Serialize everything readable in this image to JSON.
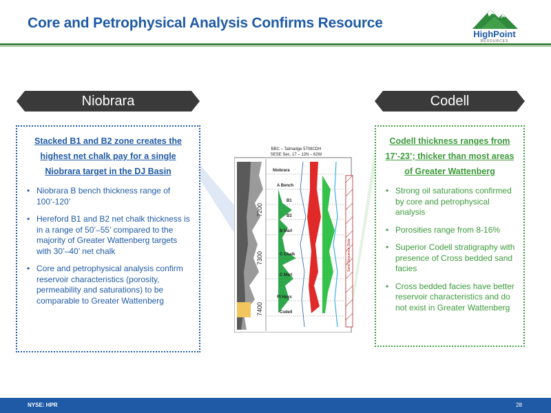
{
  "header": {
    "title": "Core and Petrophysical Analysis Confirms Resource",
    "logo_name": "HighPoint",
    "logo_sub": "RESOURCES",
    "accent_blue": "#1f5aa6",
    "accent_green": "#3c9a3a"
  },
  "niobrara": {
    "banner": "Niobrara",
    "headline": "Stacked B1 and B2 zone creates the highest net chalk pay for a single Niobrara target in the DJ Basin",
    "bullets": [
      "Niobrara B bench thickness range of 100’-120’",
      "Hereford B1 and B2 net chalk thickness is in a range of 50’–55’ compared to the majority of Greater Wattenberg targets with 30’–40’ net chalk",
      "Core and petrophysical analysis confirm reservoir characteristics (porosity, permeability and saturations) to be comparable to Greater Wattenberg"
    ]
  },
  "codell": {
    "banner": "Codell",
    "headline": "Codell thickness ranges from 17’-23’; thicker than most areas of Greater Wattenberg",
    "bullets": [
      "Strong oil saturations confirmed by core and petrophysical analysis",
      "Porosities range from 8-16%",
      "Superior Codell stratigraphy with presence of Cross bedded sand facies",
      "Cross bedded facies have better reservoir characteristics and do not exist in Greater Wattenberg"
    ]
  },
  "well_log": {
    "caption_line1": "BBC – Talmadge 5708CDH",
    "caption_line2": "SESE Sec. 17 – 12N – 62W",
    "zones": [
      "Niobrara",
      "A Bench",
      "B1",
      "B2",
      "B Marl",
      "C Chalk",
      "C Marl",
      "Ft Hays",
      "Codell"
    ],
    "depths": [
      "7200",
      "7300",
      "7400"
    ],
    "side_label": "Sand Sequence Stats"
  },
  "footer": {
    "ticker": "NYSE: HPR",
    "page": "28"
  }
}
